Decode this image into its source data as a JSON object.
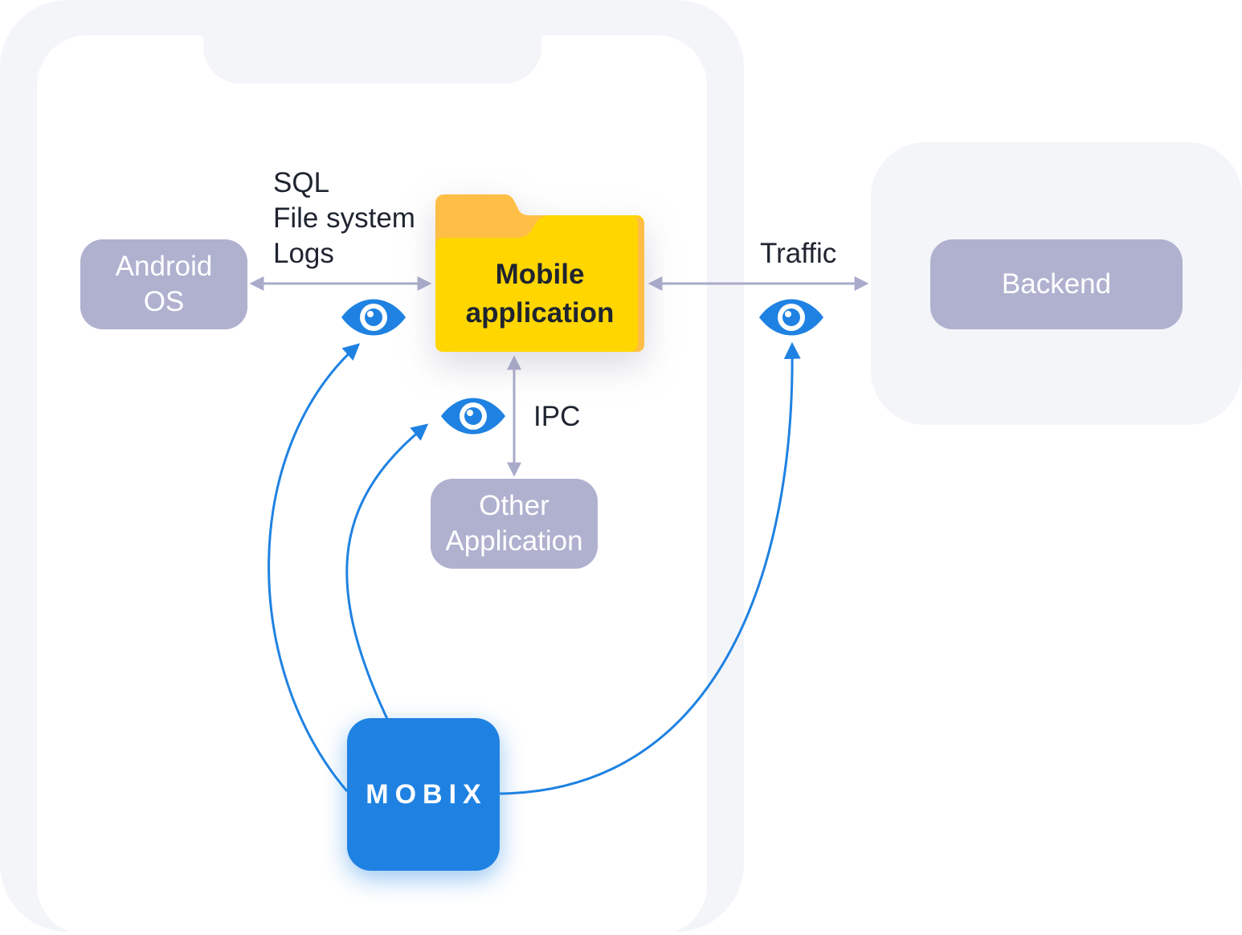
{
  "nodes": {
    "android_os": "Android\nOS",
    "mobile_app": "Mobile\napplication",
    "other_app": "Other\nApplication",
    "backend": "Backend",
    "mobix": "MOBIX"
  },
  "labels": {
    "data_items": [
      "SQL",
      "File system",
      "Logs"
    ],
    "traffic": "Traffic",
    "ipc": "IPC"
  },
  "colors": {
    "accent_blue": "#1f82e2",
    "node_gray": "#afb1cf",
    "connector_gray": "#a9abcb",
    "folder_yellow": "#ffd600",
    "folder_tab": "#ffbe45",
    "frame_bg": "#f4f5f9"
  },
  "icons": [
    "eye-icon",
    "folder-icon"
  ]
}
